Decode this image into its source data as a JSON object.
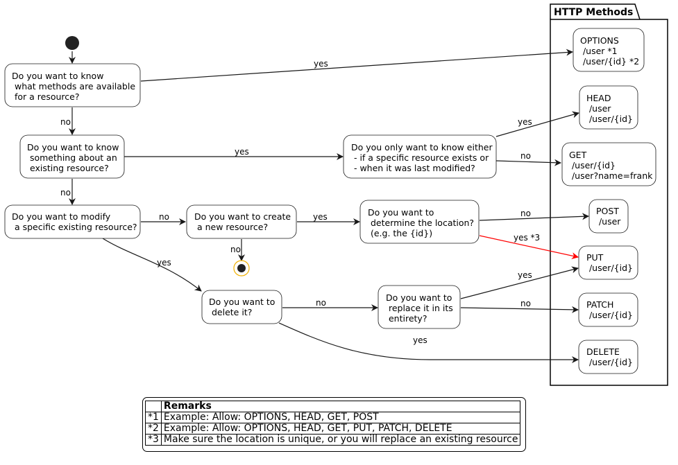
{
  "nodes": {
    "know_methods": [
      "Do you want to know",
      " what methods are available",
      " for a resource?"
    ],
    "know_existing": [
      "Do you want to know",
      " something about an",
      " existing resource?"
    ],
    "modify": [
      "Do you want to modify",
      " a specific existing resource?"
    ],
    "create": [
      "Do you want to create",
      " a new resource?"
    ],
    "only_know": [
      "Do you only want to know either",
      " - if a specific resource exists or",
      " - when it was last modified?"
    ],
    "determine": [
      "Do you want to",
      " determine the location?",
      " (e.g. the {id})"
    ],
    "delete": [
      "Do you want to",
      " delete it?"
    ],
    "replace": [
      "Do you want to",
      " replace it in its",
      " entirety?"
    ]
  },
  "package": {
    "title": "HTTP Methods",
    "methods": {
      "options": [
        "OPTIONS",
        " /user *1",
        " /user/{id} *2"
      ],
      "head": [
        "HEAD",
        " /user",
        " /user/{id}"
      ],
      "get": [
        "GET",
        " /user/{id}",
        " /user?name=frank"
      ],
      "post": [
        "POST",
        " /user"
      ],
      "put": [
        "PUT",
        " /user/{id}"
      ],
      "patch": [
        "PATCH",
        " /user/{id}"
      ],
      "delete": [
        "DELETE",
        " /user/{id}"
      ]
    }
  },
  "edge_labels": {
    "yes": "yes",
    "no": "no",
    "yes_3": "yes *3"
  },
  "colors": {
    "line": "#181818",
    "highlight": "#ff0000",
    "final_ring": "#f0b000"
  },
  "remarks": {
    "header": "Remarks",
    "rows": [
      {
        "key": "*1",
        "text": "Example: Allow: OPTIONS, HEAD, GET, POST"
      },
      {
        "key": "*2",
        "text": "Example: Allow: OPTIONS, HEAD, GET, PUT, PATCH, DELETE"
      },
      {
        "key": "*3",
        "text": "Make sure the location is unique, or you will replace an existing resource"
      }
    ]
  }
}
